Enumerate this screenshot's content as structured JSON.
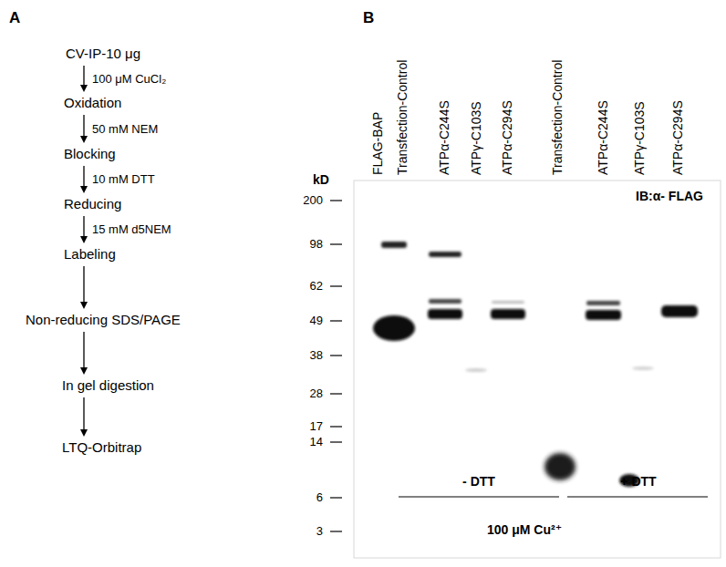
{
  "diagram": {
    "nodes": [
      {
        "text": [
          "CV-IP-10 μg"
        ]
      },
      {
        "text": [
          "Oxidation"
        ]
      },
      {
        "text": [
          "Blocking"
        ]
      },
      {
        "text": [
          "Reducing"
        ]
      },
      {
        "text": [
          "Labeling"
        ]
      },
      {
        "text": [
          "Non-reducing SDS/PAGE"
        ]
      },
      {
        "text": [
          "In gel digestion"
        ]
      },
      {
        "text": [
          "LTQ-Orbitrap"
        ]
      }
    ],
    "edges": [
      {
        "from": 0,
        "to": 1,
        "arrow": "to",
        "label": "100 μM CuCl₂"
      },
      {
        "from": 1,
        "to": 2,
        "arrow": "to",
        "label": "50 mM NEM"
      },
      {
        "from": 2,
        "to": 3,
        "arrow": "to",
        "label": "10 mM DTT"
      },
      {
        "from": 3,
        "to": 4,
        "arrow": "to",
        "label": "15 mM d5NEM"
      },
      {
        "from": 4,
        "to": 5,
        "arrow": "to"
      },
      {
        "from": 5,
        "to": 6,
        "arrow": "to"
      },
      {
        "from": 6,
        "to": 7,
        "arrow": "to"
      }
    ],
    "labels": [
      "A",
      "B",
      "FLAG-BAP",
      "Transfection-Control",
      "ATPα-C244S",
      "ATPγ-C103S",
      "ATPα-C294S",
      "Transfection-Control",
      "ATPα-C244S",
      "ATPγ-C103S",
      "ATPα-C294S",
      "kD",
      "200",
      "98",
      "62",
      "49",
      "38",
      "28",
      "17",
      "14",
      "6",
      "3",
      "IB:α- FLAG",
      "- DTT",
      "+ DTT",
      "100 μM Cu²⁺"
    ]
  }
}
